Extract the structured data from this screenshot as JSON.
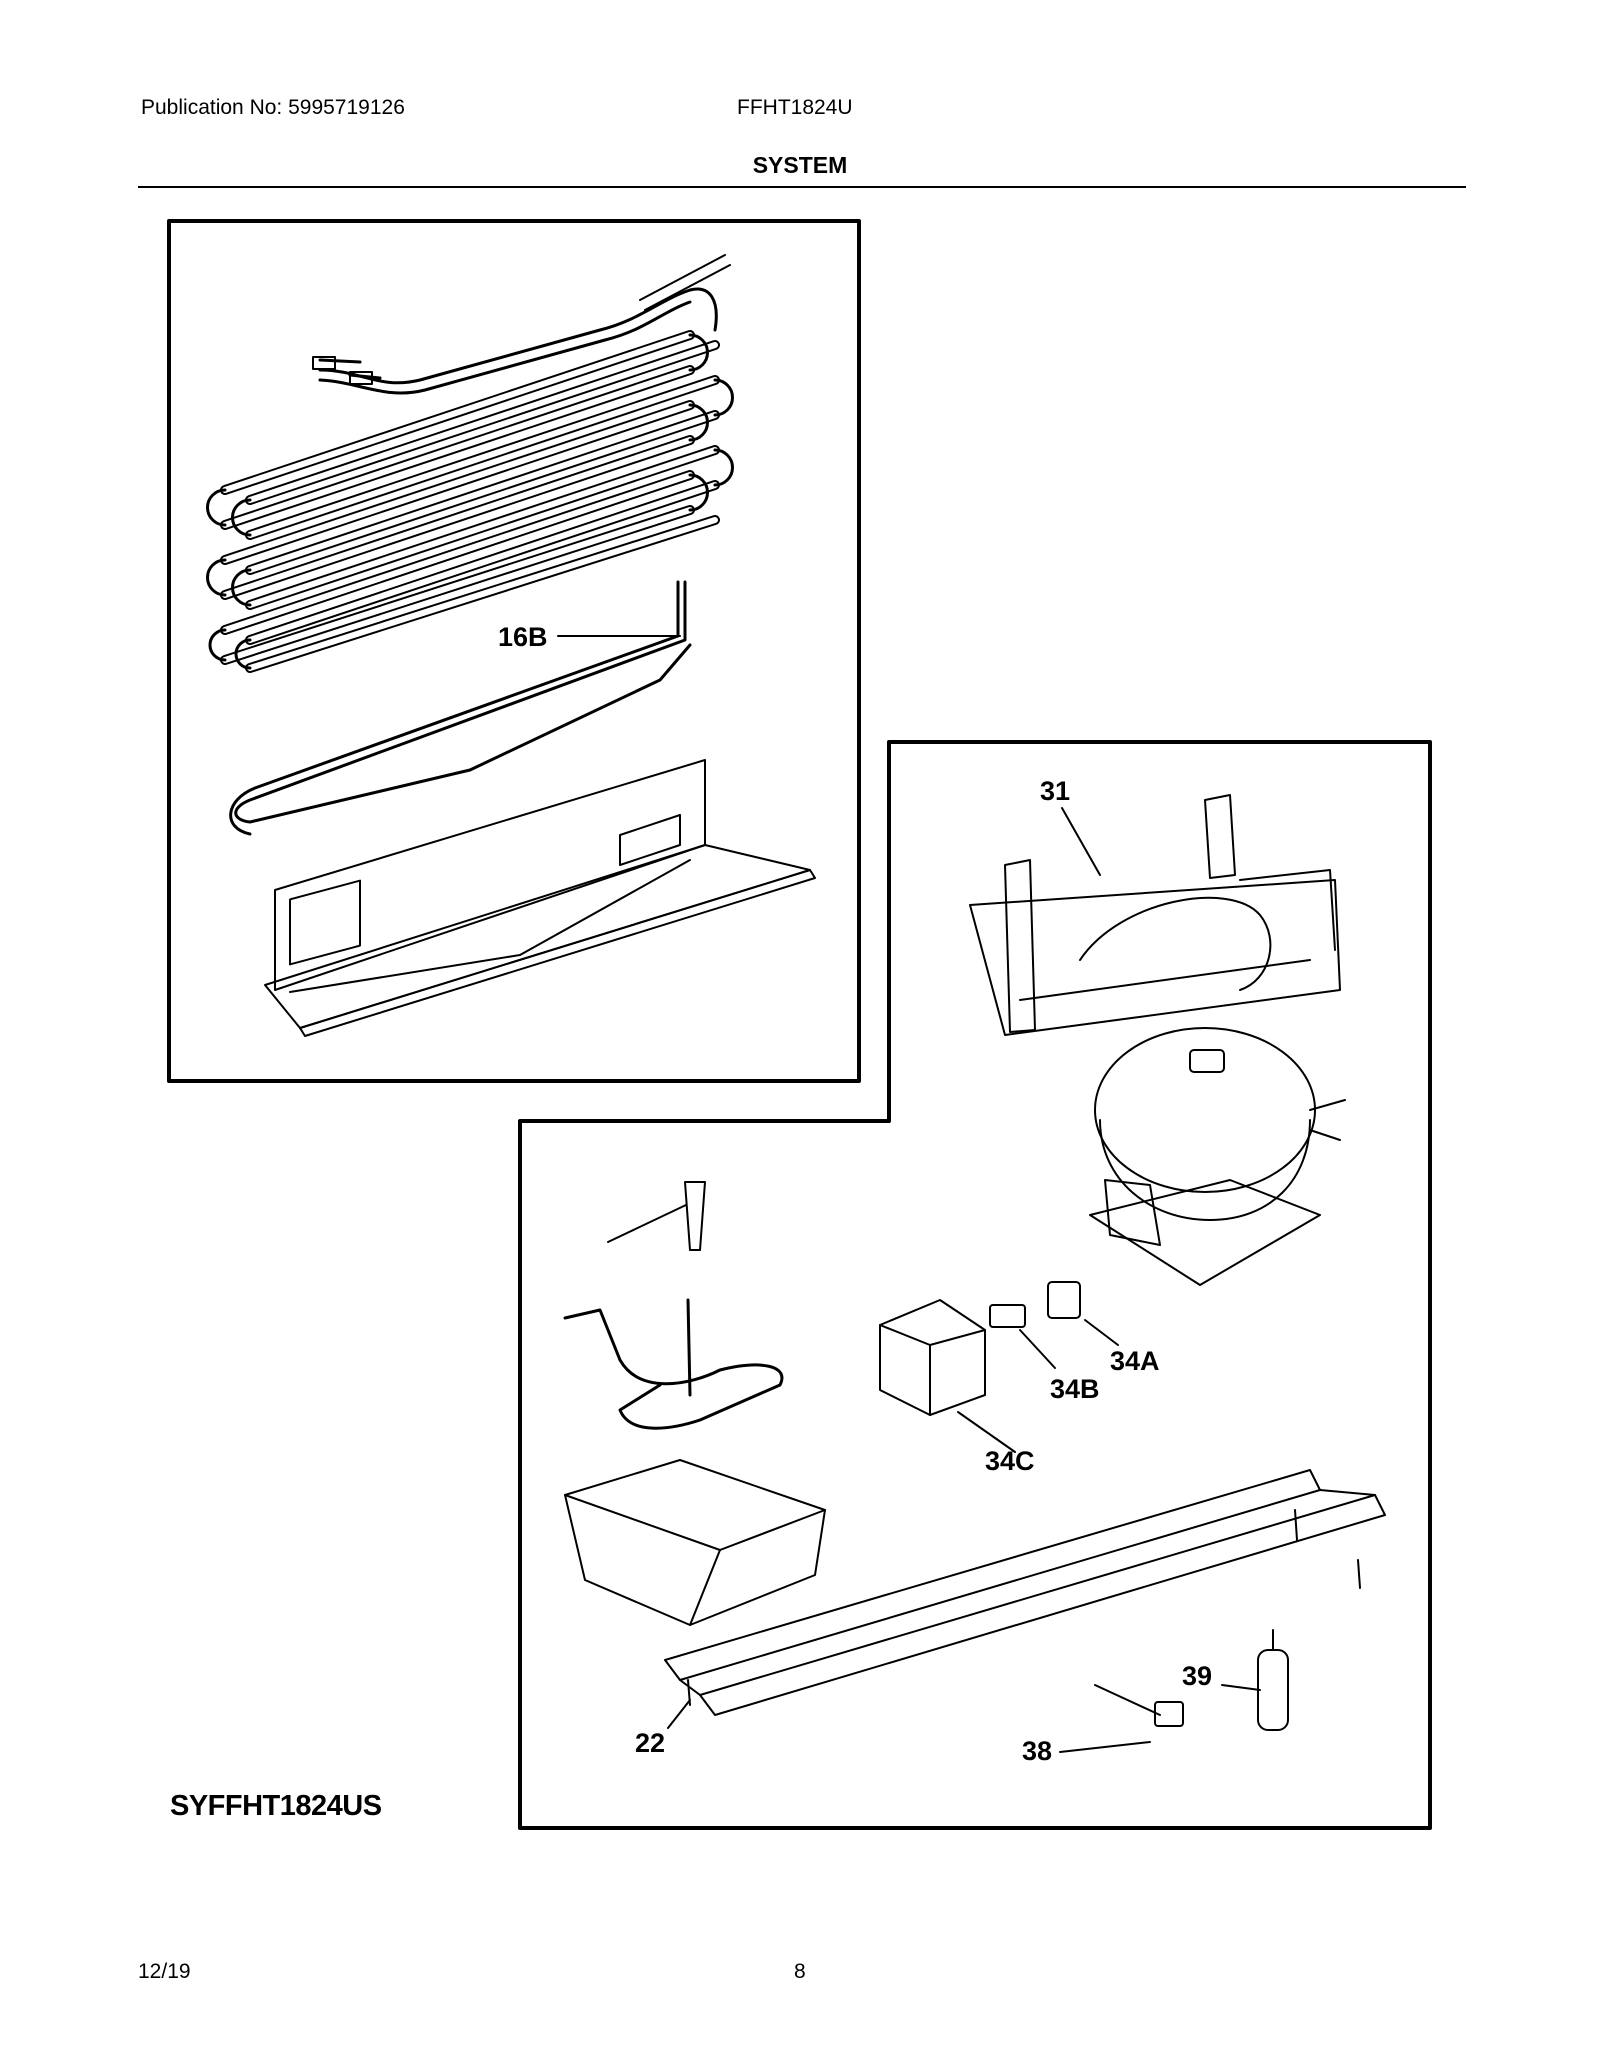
{
  "header": {
    "publication": "Publication No: 5995719126",
    "model": "FFHT1824U",
    "section_title": "SYSTEM"
  },
  "diagram": {
    "model_code": "SYFFHT1824US",
    "part_labels": {
      "p16b": "16B",
      "p31": "31",
      "p34a": "34A",
      "p34b": "34B",
      "p34c": "34C",
      "p39": "39",
      "p38": "38",
      "p22": "22"
    }
  },
  "footer": {
    "date": "12/19",
    "page": "8"
  }
}
